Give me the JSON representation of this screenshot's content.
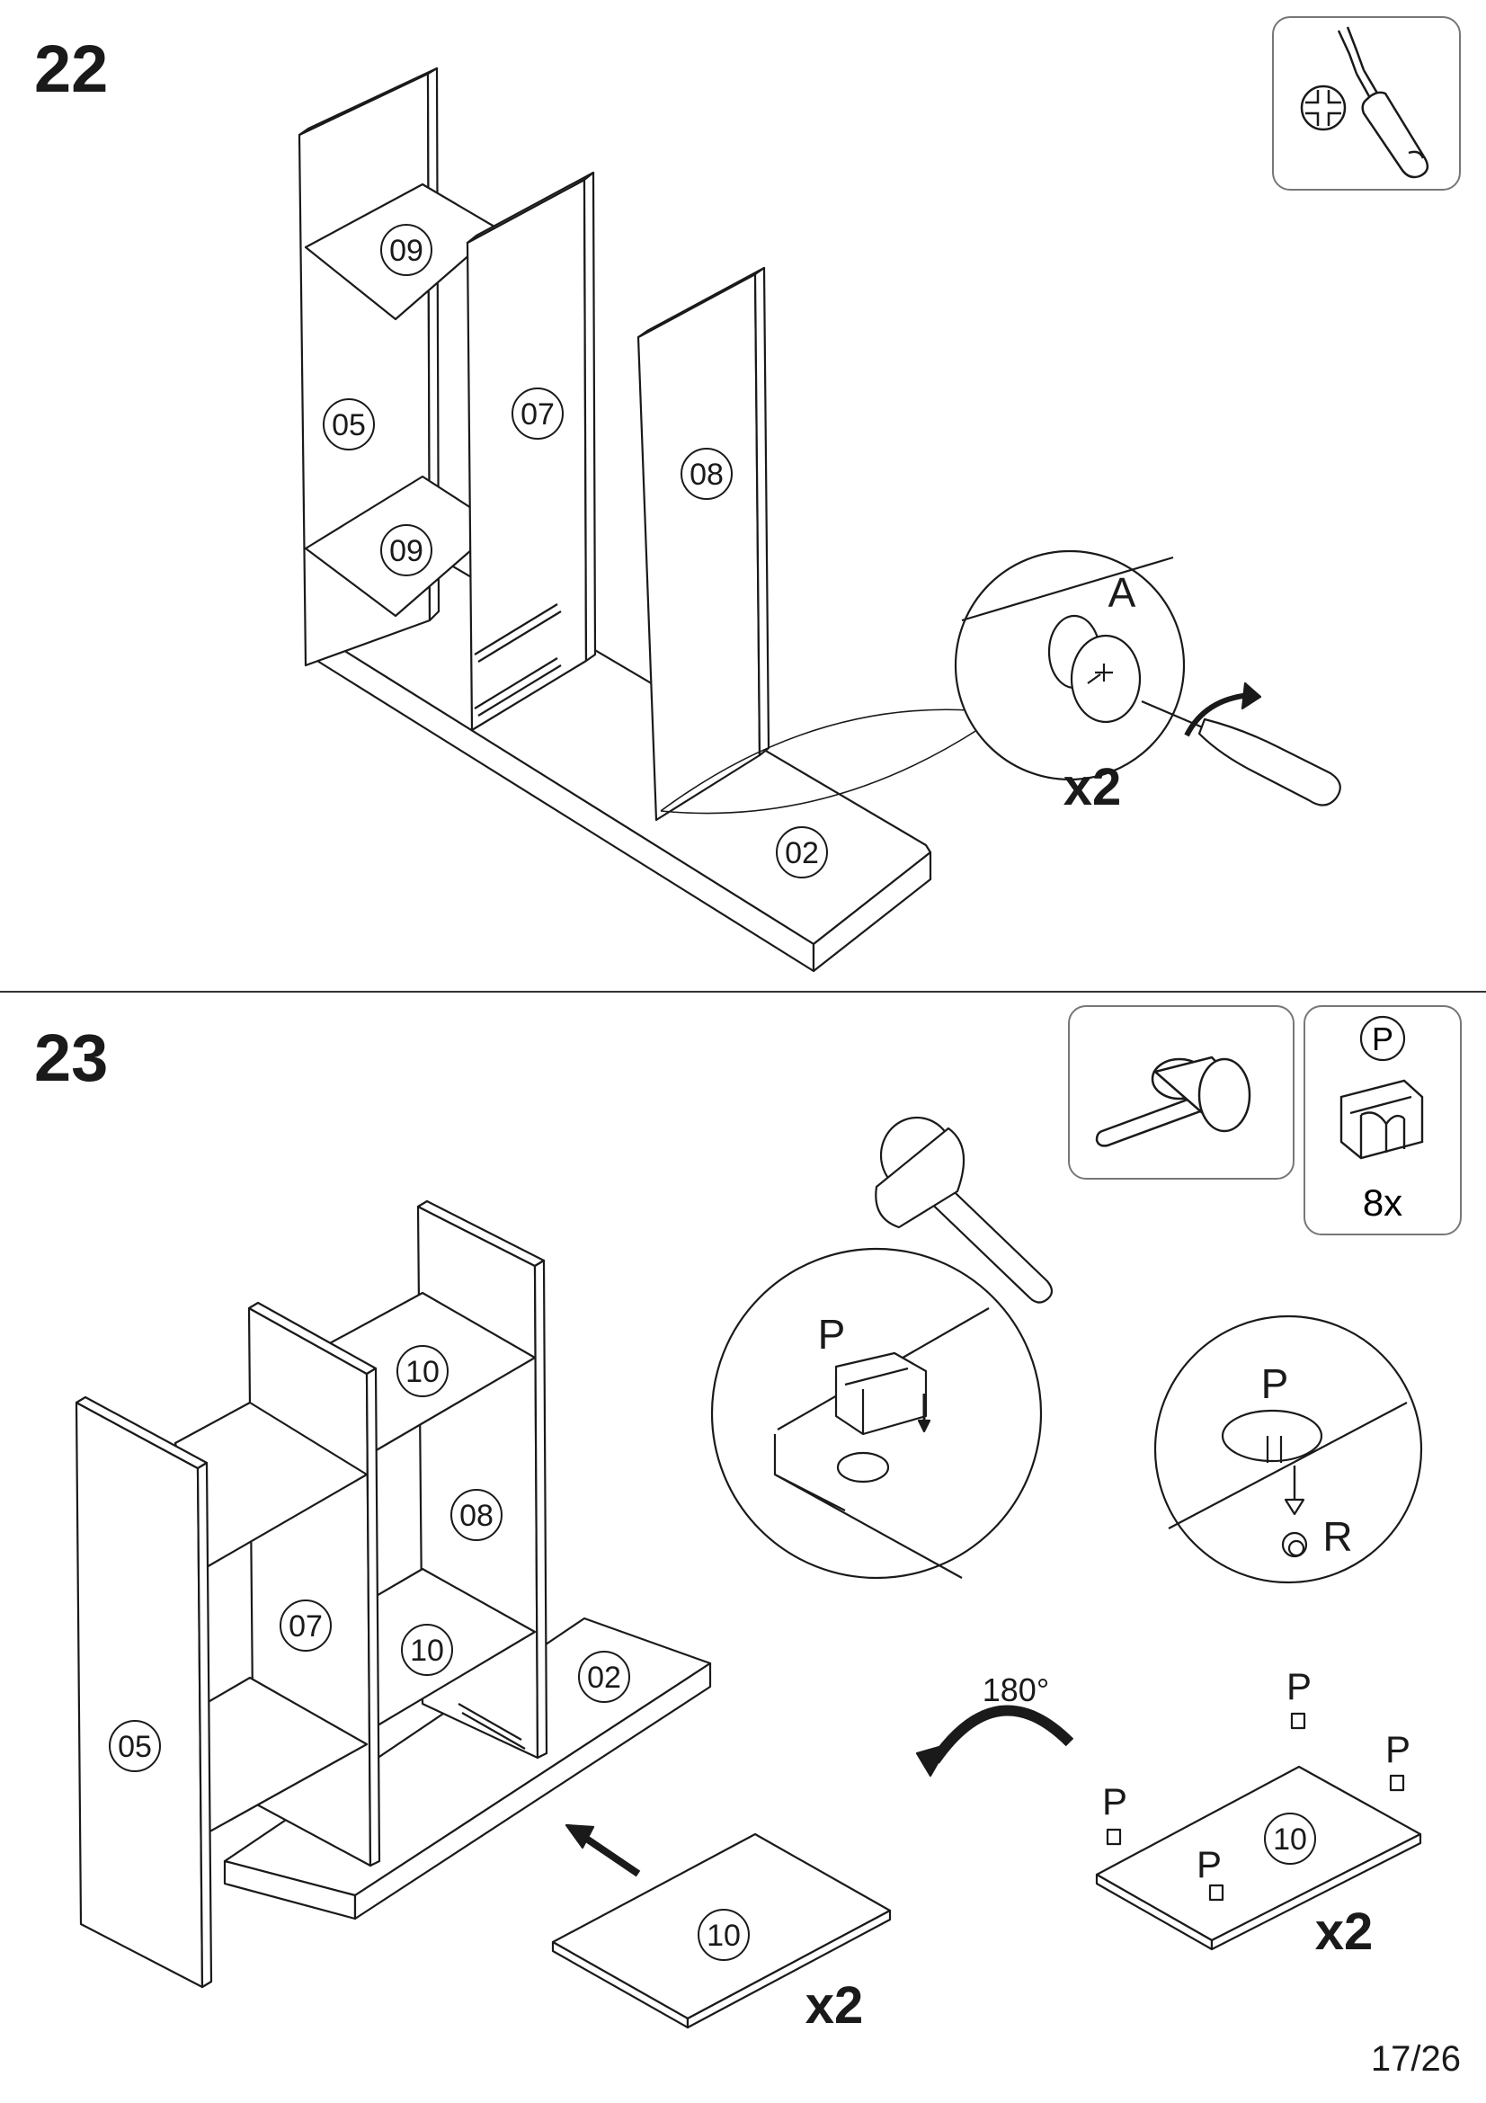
{
  "page": {
    "number": "17/26"
  },
  "step22": {
    "number": "22",
    "parts": {
      "p09a": "09",
      "p09b": "09",
      "p05": "05",
      "p07": "07",
      "p08": "08",
      "p02": "02"
    },
    "fitting": "A",
    "quantity": "x2",
    "tool": "phillips-screwdriver-icon"
  },
  "step23": {
    "number": "23",
    "parts": {
      "p10a": "10",
      "p10b": "10",
      "p10c": "10",
      "p10d": "10",
      "p08": "08",
      "p07": "07",
      "p05": "05",
      "p02": "02"
    },
    "tool": "mallet-icon",
    "fitting_box": {
      "label": "P",
      "count": "8x"
    },
    "detail_left_label": "P",
    "detail_right_label_p": "P",
    "detail_right_label_r": "R",
    "rotation": "180°",
    "shelf_labels": {
      "p1": "P",
      "p2": "P",
      "p3": "P",
      "p4": "P"
    },
    "quantity_a": "x2",
    "quantity_b": "x2"
  },
  "colors": {
    "line": "#1a1a1a",
    "panel_border": "#777777"
  }
}
